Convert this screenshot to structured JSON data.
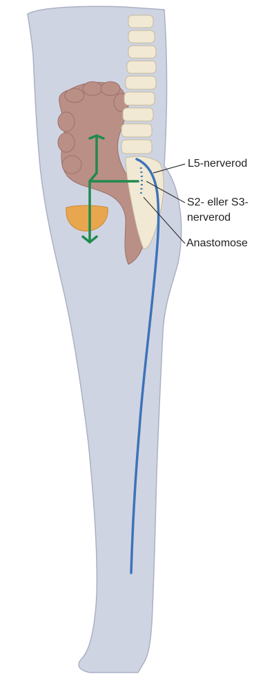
{
  "labels": {
    "l5": "L5-nerverod",
    "s2_line1": "S2- eller S3-",
    "s2_line2": "nerverod",
    "anastomose": "Anastomose"
  },
  "colors": {
    "body": "#cfd4e3",
    "body_outline": "#aab0c3",
    "colon": "#b98f86",
    "colon_dark": "#9a7068",
    "spine": "#f1e9d4",
    "spine_outline": "#c5b99a",
    "bladder": "#e8a64e",
    "nerve_blue": "#3d73b8",
    "nerve_green": "#1f8a4c",
    "leader": "#333333"
  }
}
